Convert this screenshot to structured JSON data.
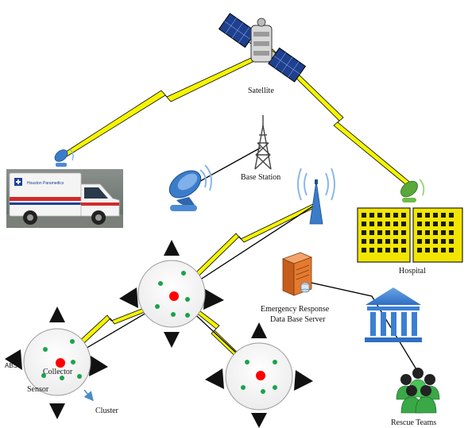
{
  "labels": {
    "satellite": "Satellite",
    "base_station": "Base Station",
    "hospital": "Hospital",
    "server_line1": "Emergency Response",
    "server_line2": "Data Base Server",
    "collector": "Collector",
    "sensor": "Sensor",
    "cluster": "Cluster",
    "abs": "ABS",
    "rescue_teams": "Rescue Teams",
    "ambulance_text": "Houston Paramedics"
  },
  "colors": {
    "zigzag_fill": "#f5f500",
    "link_line": "#000000",
    "collector_node": "#ff0000",
    "sensor_node": "#1aa34a",
    "dish_blue": "#3b7cc9",
    "dish_green": "#59a83a",
    "hospital_yellow": "#f2e600",
    "building_blue": "#3b7fd3",
    "server_orange": "#e57a2e",
    "team_green": "#3aa847",
    "cluster_arrow": "#4a8cc8"
  },
  "icons": {
    "satellite": "satellite-icon",
    "base_station": "radio-tower-icon",
    "antenna": "wireless-antenna-icon",
    "hospital": "hospital-building-icon",
    "server": "database-server-icon",
    "institution": "government-building-icon",
    "rescue": "people-group-icon",
    "ambulance": "ambulance-icon"
  }
}
